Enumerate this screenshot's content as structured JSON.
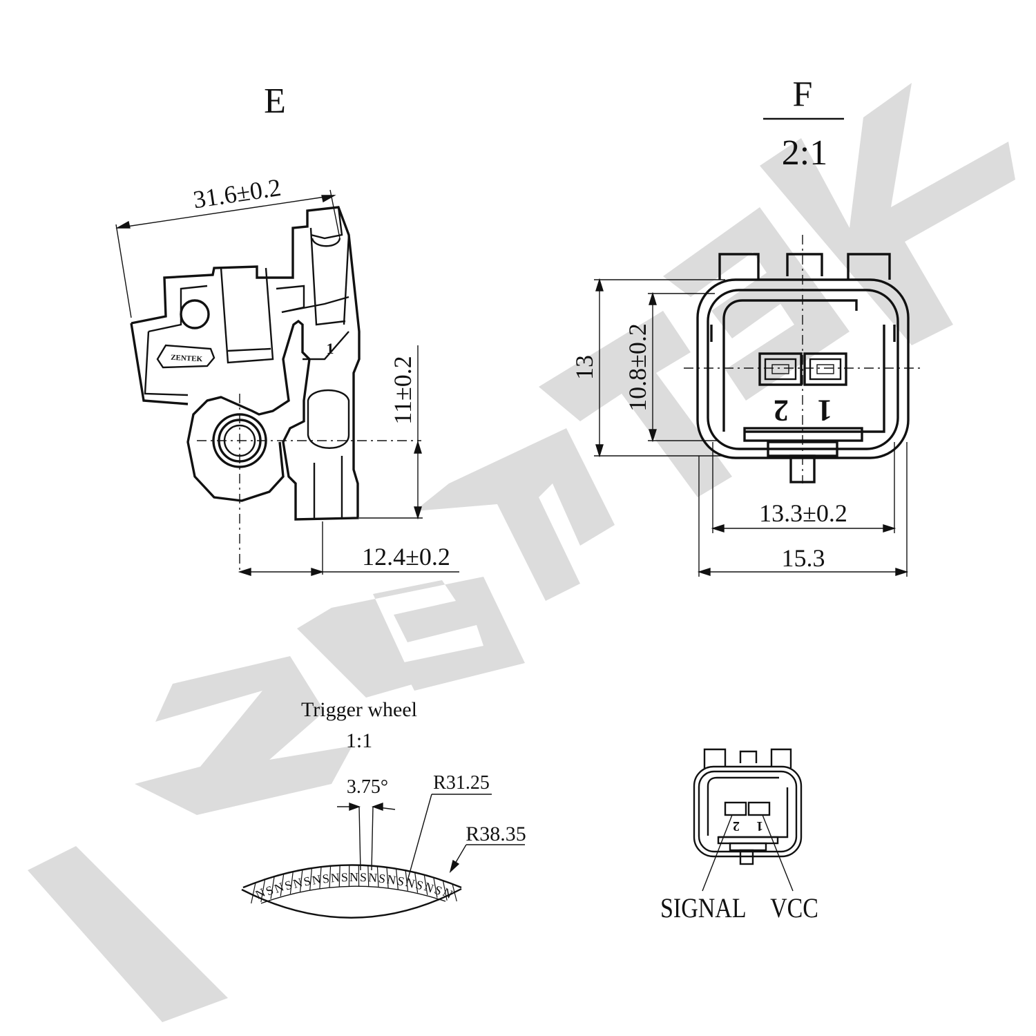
{
  "watermark": {
    "text": "ZENTEK",
    "color": "#dcdcdc"
  },
  "views": {
    "e": {
      "title": "E"
    },
    "f": {
      "title": "F",
      "scale": "2:1"
    },
    "trigger": {
      "title": "Trigger wheel",
      "scale": "1:1"
    }
  },
  "dimensions": {
    "width_31": "31.6±0.2",
    "height_11": "11±0.2",
    "offset_12": "12.4±0.2",
    "height_13": "13",
    "height_10": "10.8±0.2",
    "width_13": "13.3±0.2",
    "width_15": "15.3",
    "angle": "3.75°",
    "r_inner": "R31.25",
    "r_outer": "R38.35"
  },
  "pins": {
    "pin1": "1",
    "pin2": "2"
  },
  "pinout": {
    "signal": "SIGNAL",
    "vcc": "VCC"
  },
  "body_marking": "ZENTEK",
  "poles": [
    "N",
    "S",
    "N",
    "S",
    "N",
    "S",
    "N",
    "S",
    "N",
    "S",
    "N",
    "S",
    "N",
    "S",
    "N",
    "S",
    "N",
    "S",
    "N",
    "S",
    "N"
  ]
}
